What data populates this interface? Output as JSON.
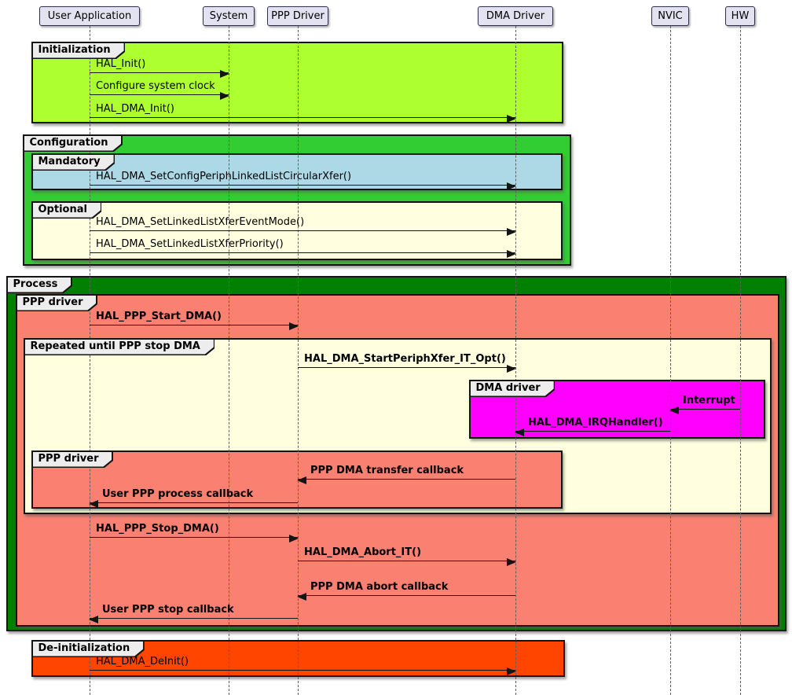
{
  "participants": [
    {
      "name": "User Application"
    },
    {
      "name": "System"
    },
    {
      "name": "PPP Driver"
    },
    {
      "name": "DMA Driver"
    },
    {
      "name": "NVIC"
    },
    {
      "name": "HW"
    }
  ],
  "frames": {
    "initialization": {
      "label": "Initialization",
      "color": "#ADFF2F"
    },
    "configuration": {
      "label": "Configuration",
      "color": "#32CD32"
    },
    "mandatory": {
      "label": "Mandatory",
      "color": "#ADD8E6"
    },
    "optional": {
      "label": "Optional",
      "color": "#FFFFE0"
    },
    "process": {
      "label": "Process",
      "color": "#008000"
    },
    "ppp_driver_start": {
      "label": "PPP driver",
      "color": "#FA8072"
    },
    "repeated": {
      "label": "Repeated until PPP stop DMA",
      "color": "#FFFFE0"
    },
    "dma_driver": {
      "label": "DMA driver",
      "color": "#FF00FF"
    },
    "ppp_driver_callback": {
      "label": "PPP driver",
      "color": "#FA8072"
    },
    "deinitialization": {
      "label": "De-initialization",
      "color": "#FF4500"
    }
  },
  "messages": [
    {
      "label": "HAL_Init()",
      "from": "User Application",
      "to": "System"
    },
    {
      "label": "Configure system clock",
      "from": "User Application",
      "to": "System"
    },
    {
      "label": "HAL_DMA_Init()",
      "from": "User Application",
      "to": "DMA Driver"
    },
    {
      "label": "HAL_DMA_SetConfigPeriphLinkedListCircularXfer()",
      "from": "User Application",
      "to": "DMA Driver"
    },
    {
      "label": "HAL_DMA_SetLinkedListXferEventMode()",
      "from": "User Application",
      "to": "DMA Driver"
    },
    {
      "label": "HAL_DMA_SetLinkedListXferPriority()",
      "from": "User Application",
      "to": "DMA Driver"
    },
    {
      "label": "HAL_PPP_Start_DMA()",
      "from": "User Application",
      "to": "PPP Driver"
    },
    {
      "label": "HAL_DMA_StartPeriphXfer_IT_Opt()",
      "from": "PPP Driver",
      "to": "DMA Driver"
    },
    {
      "label": "Interrupt",
      "from": "HW",
      "to": "NVIC"
    },
    {
      "label": "HAL_DMA_IRQHandler()",
      "from": "NVIC",
      "to": "DMA Driver"
    },
    {
      "label": "PPP DMA transfer callback",
      "from": "DMA Driver",
      "to": "PPP Driver"
    },
    {
      "label": "User PPP process callback",
      "from": "PPP Driver",
      "to": "User Application"
    },
    {
      "label": "HAL_PPP_Stop_DMA()",
      "from": "User Application",
      "to": "PPP Driver"
    },
    {
      "label": "HAL_DMA_Abort_IT()",
      "from": "PPP Driver",
      "to": "DMA Driver"
    },
    {
      "label": "PPP DMA abort callback",
      "from": "DMA Driver",
      "to": "PPP Driver"
    },
    {
      "label": "User PPP stop callback",
      "from": "PPP Driver",
      "to": "User Application"
    },
    {
      "label": "HAL_DMA_DeInit()",
      "from": "User Application",
      "to": "DMA Driver"
    }
  ]
}
